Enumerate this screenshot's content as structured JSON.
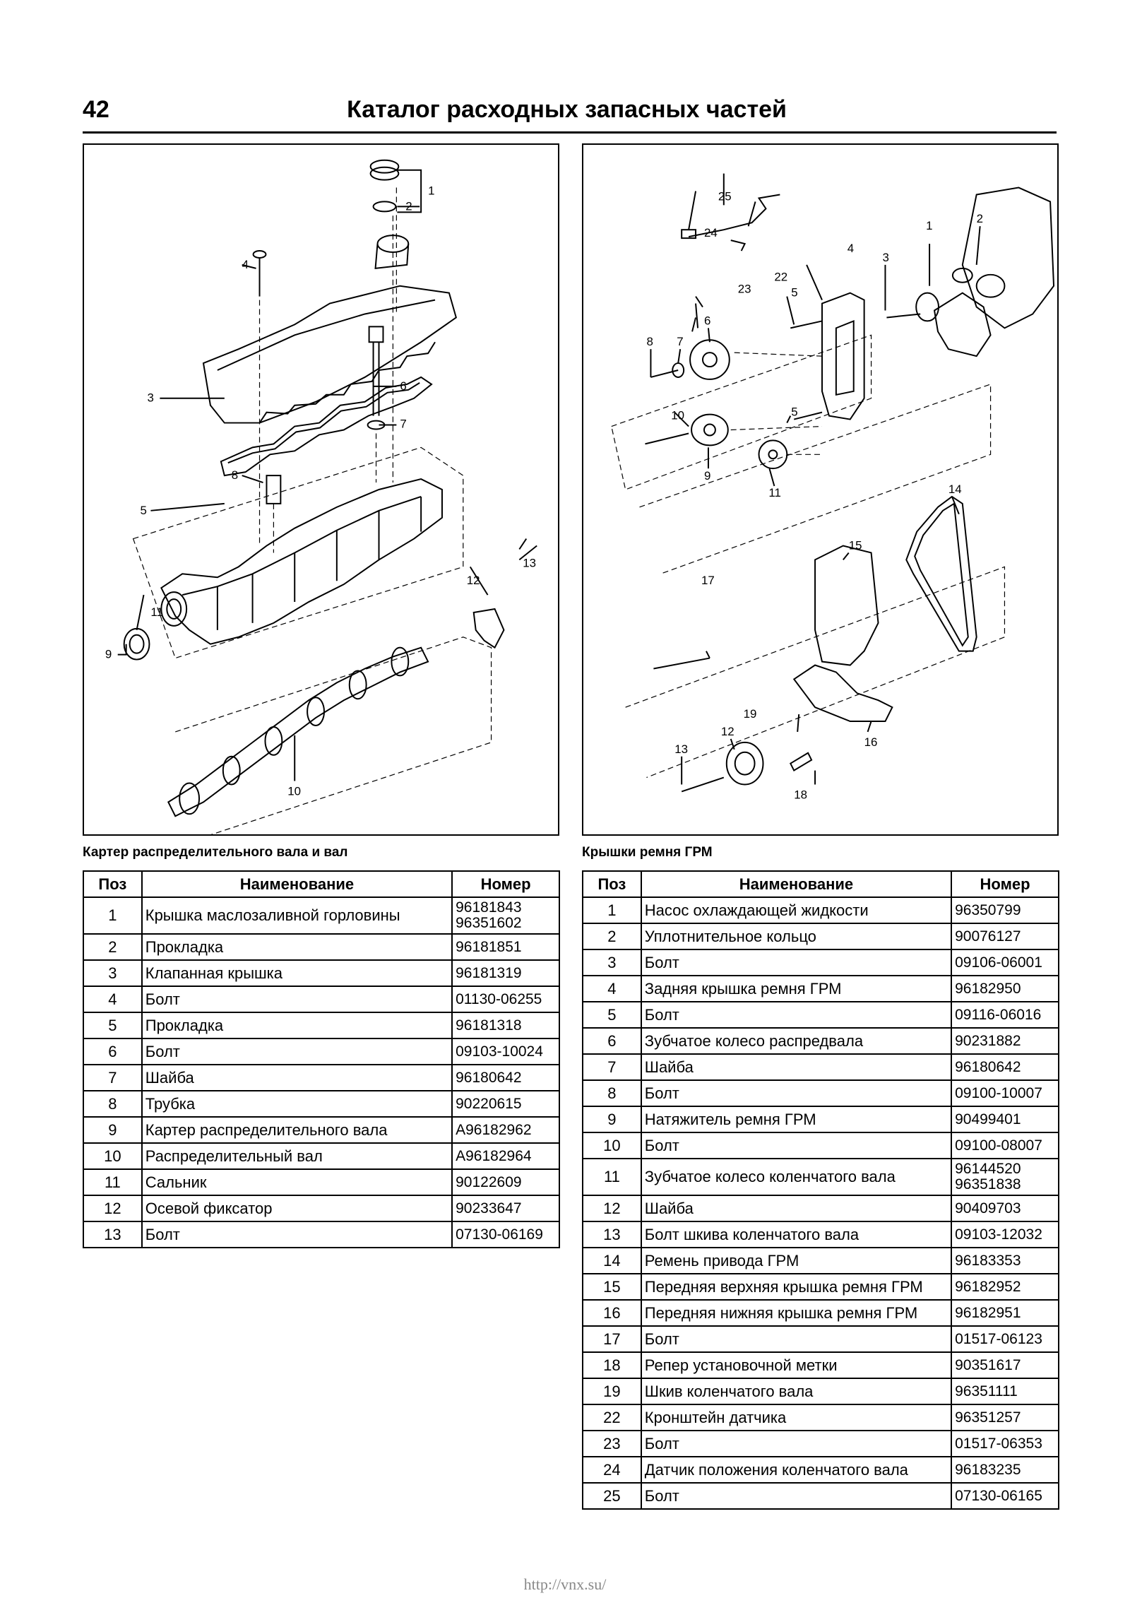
{
  "header": {
    "page_number": "42",
    "title": "Каталог расходных запасных частей"
  },
  "left": {
    "caption": "Картер распределительного вала и вал",
    "columns": [
      "Поз",
      "Наименование",
      "Номер"
    ],
    "rows": [
      {
        "pos": "1",
        "name": "Крышка маслозаливной горловины",
        "number": "96181843\n96351602"
      },
      {
        "pos": "2",
        "name": "Прокладка",
        "number": "96181851"
      },
      {
        "pos": "3",
        "name": "Клапанная крышка",
        "number": "96181319"
      },
      {
        "pos": "4",
        "name": "Болт",
        "number": "01130-06255"
      },
      {
        "pos": "5",
        "name": "Прокладка",
        "number": "96181318"
      },
      {
        "pos": "6",
        "name": "Болт",
        "number": "09103-10024"
      },
      {
        "pos": "7",
        "name": "Шайба",
        "number": "96180642"
      },
      {
        "pos": "8",
        "name": "Трубка",
        "number": "90220615"
      },
      {
        "pos": "9",
        "name": "Картер распределительного вала",
        "number": "A96182962"
      },
      {
        "pos": "10",
        "name": "Распределительный вал",
        "number": "A96182964"
      },
      {
        "pos": "11",
        "name": "Сальник",
        "number": "90122609"
      },
      {
        "pos": "12",
        "name": "Осевой фиксатор",
        "number": "90233647"
      },
      {
        "pos": "13",
        "name": "Болт",
        "number": "07130-06169"
      }
    ],
    "diagram_labels": [
      "1",
      "2",
      "3",
      "4",
      "5",
      "6",
      "7",
      "8",
      "9",
      "10",
      "11",
      "12",
      "13"
    ]
  },
  "right": {
    "caption": "Крышки ремня ГРМ",
    "columns": [
      "Поз",
      "Наименование",
      "Номер"
    ],
    "rows": [
      {
        "pos": "1",
        "name": "Насос охлаждающей жидкости",
        "number": "96350799"
      },
      {
        "pos": "2",
        "name": "Уплотнительное кольцо",
        "number": "90076127"
      },
      {
        "pos": "3",
        "name": "Болт",
        "number": "09106-06001"
      },
      {
        "pos": "4",
        "name": "Задняя крышка ремня ГРМ",
        "number": "96182950"
      },
      {
        "pos": "5",
        "name": "Болт",
        "number": "09116-06016"
      },
      {
        "pos": "6",
        "name": "Зубчатое колесо распредвала",
        "number": "90231882"
      },
      {
        "pos": "7",
        "name": "Шайба",
        "number": "96180642"
      },
      {
        "pos": "8",
        "name": "Болт",
        "number": "09100-10007"
      },
      {
        "pos": "9",
        "name": "Натяжитель ремня ГРМ",
        "number": "90499401"
      },
      {
        "pos": "10",
        "name": "Болт",
        "number": "09100-08007"
      },
      {
        "pos": "11",
        "name": "Зубчатое колесо коленчатого вала",
        "number": "96144520\n96351838"
      },
      {
        "pos": "12",
        "name": "Шайба",
        "number": "90409703"
      },
      {
        "pos": "13",
        "name": "Болт шкива коленчатого вала",
        "number": "09103-12032"
      },
      {
        "pos": "14",
        "name": "Ремень привода ГРМ",
        "number": "96183353"
      },
      {
        "pos": "15",
        "name": "Передняя верхняя крышка ремня ГРМ",
        "number": "96182952"
      },
      {
        "pos": "16",
        "name": "Передняя нижняя крышка ремня ГРМ",
        "number": "96182951"
      },
      {
        "pos": "17",
        "name": "Болт",
        "number": "01517-06123"
      },
      {
        "pos": "18",
        "name": "Репер установочной метки",
        "number": "90351617"
      },
      {
        "pos": "19",
        "name": "Шкив коленчатого вала",
        "number": "96351111"
      },
      {
        "pos": "22",
        "name": "Кронштейн датчика",
        "number": "96351257"
      },
      {
        "pos": "23",
        "name": "Болт",
        "number": "01517-06353"
      },
      {
        "pos": "24",
        "name": "Датчик положения коленчатого вала",
        "number": "96183235"
      },
      {
        "pos": "25",
        "name": "Болт",
        "number": "07130-06165"
      }
    ],
    "diagram_labels": [
      "1",
      "2",
      "3",
      "4",
      "5",
      "5",
      "6",
      "7",
      "8",
      "9",
      "10",
      "11",
      "12",
      "13",
      "14",
      "15",
      "16",
      "17",
      "18",
      "19",
      "22",
      "23",
      "24",
      "25"
    ]
  },
  "footer": {
    "url": "http://vnx.su/"
  }
}
